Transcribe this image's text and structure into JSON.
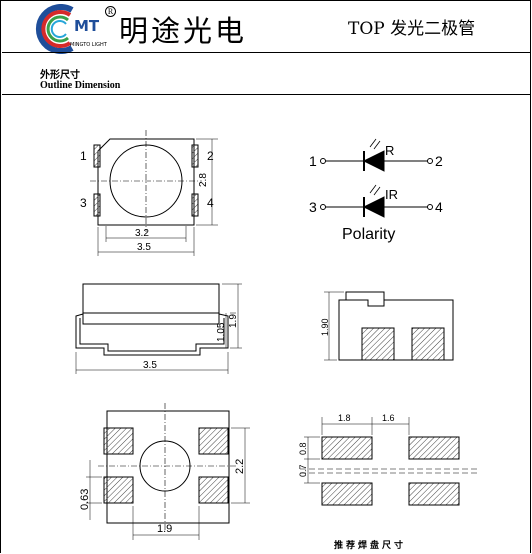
{
  "header": {
    "logo_letters": "MT",
    "logo_registered": "R",
    "logo_sub": "MINGTO LIGHT",
    "company_name": "明途光电",
    "product_title": "TOP 发光二极管"
  },
  "section": {
    "title_cn": "外形尺寸",
    "title_en": "Outline Dimension"
  },
  "top_view": {
    "pin_1": "1",
    "pin_2": "2",
    "pin_3": "3",
    "pin_4": "4",
    "dim_inner_width": "3.2",
    "dim_outer_width": "3.5",
    "dim_height": "2.8"
  },
  "polarity": {
    "pin_1": "1",
    "pin_2": "2",
    "pin_3": "3",
    "pin_4": "4",
    "led_r": "R",
    "led_ir": "IR",
    "label": "Polarity"
  },
  "side_view": {
    "dim_height": "1.9",
    "dim_body": "1.05",
    "dim_width": "3.5"
  },
  "end_view": {
    "dim_height": "1.90"
  },
  "bottom_view": {
    "dim_pad_height": "2.2",
    "dim_pad_offset": "0.63",
    "dim_pad_pitch": "1.9"
  },
  "footprint": {
    "dim_pad_width": "1.8",
    "dim_gap": "1.6",
    "dim_pad_height": "0.8",
    "dim_spacing": "0.7",
    "caption": "推荐焊盘尺寸"
  },
  "colors": {
    "logo_blue": "#1f4e9a",
    "logo_red": "#d62a2a",
    "logo_green": "#3aa04a",
    "logo_cyan": "#27a6d9",
    "ink": "#000000"
  }
}
